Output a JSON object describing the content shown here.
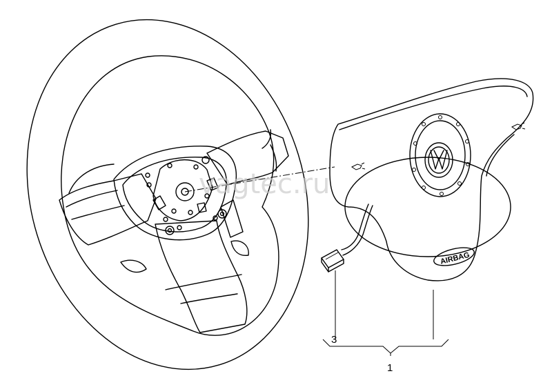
{
  "callouts": {
    "assembly": "1",
    "connector": "3"
  },
  "airbag_badge": "AIRBAG",
  "watermark": "vagtec.ru"
}
